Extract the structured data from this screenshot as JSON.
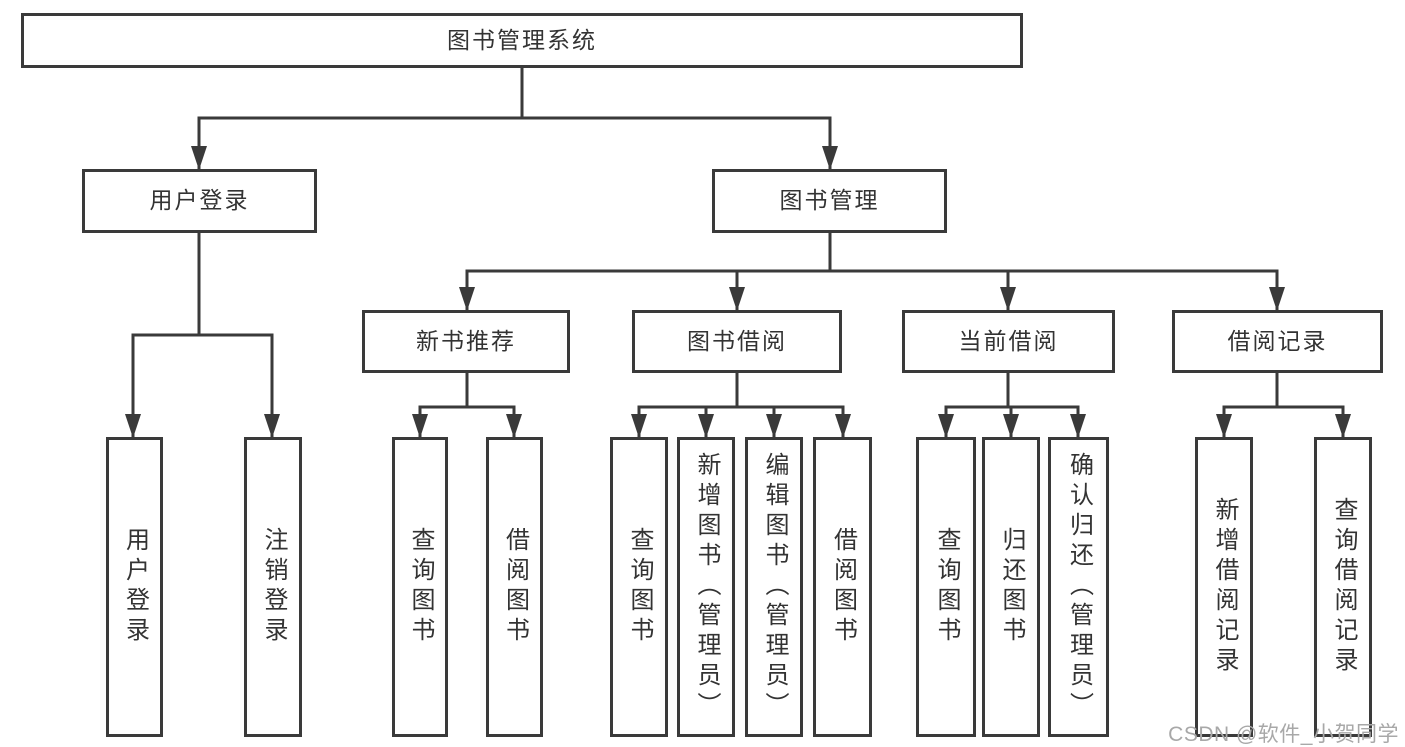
{
  "nodes": {
    "root": "图书管理系统",
    "level2": [
      "用户登录",
      "图书管理"
    ],
    "level3": [
      "新书推荐",
      "图书借阅",
      "当前借阅",
      "借阅记录"
    ],
    "user_leaves": [
      "用户登录",
      "注销登录"
    ],
    "recommend_leaves": [
      "查询图书",
      "借阅图书"
    ],
    "borrow_leaves": [
      "查询图书",
      "新增图书（管理员）",
      "编辑图书（管理员）",
      "借阅图书"
    ],
    "current_leaves": [
      "查询图书",
      "归还图书",
      "确认归还（管理员）"
    ],
    "records_leaves": [
      "新增借阅记录",
      "查询借阅记录"
    ]
  },
  "watermark": "CSDN @软件_小贺同学",
  "colors": {
    "line": "#3a3a3a",
    "text": "#333333",
    "background": "#ffffff",
    "watermark": "#a8a8a8"
  }
}
